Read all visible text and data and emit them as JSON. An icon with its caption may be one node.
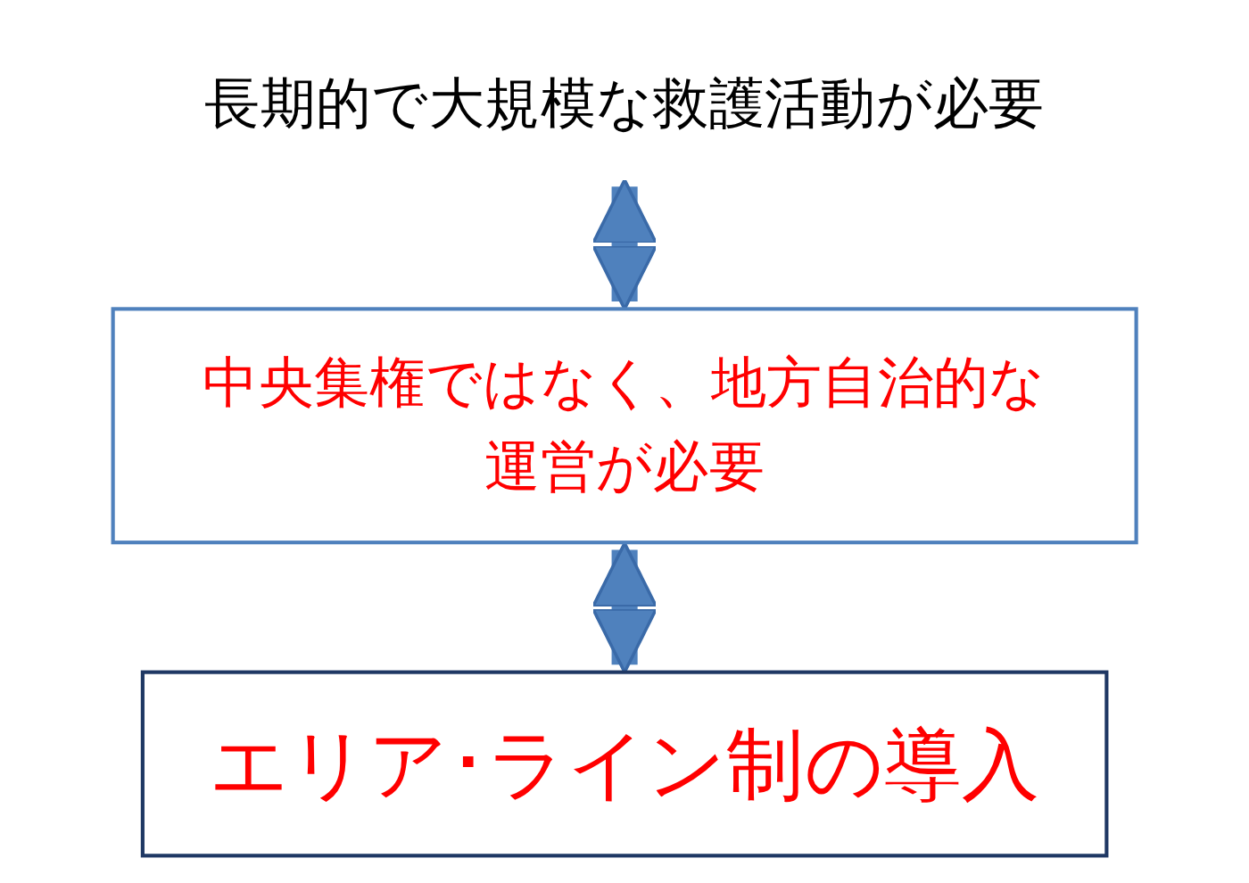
{
  "diagram": {
    "nodes": [
      {
        "text": [
          "長期的で大規模な救護活動が必要"
        ]
      },
      {
        "text": [
          "中央集権ではなく、地方自治的な運営が必要"
        ]
      },
      {
        "text": [
          "エリア･ライン制の導入"
        ]
      }
    ],
    "edges": [
      {
        "from": 0,
        "to": 1,
        "arrow": "both"
      },
      {
        "from": 1,
        "to": 2,
        "arrow": "both"
      }
    ]
  }
}
